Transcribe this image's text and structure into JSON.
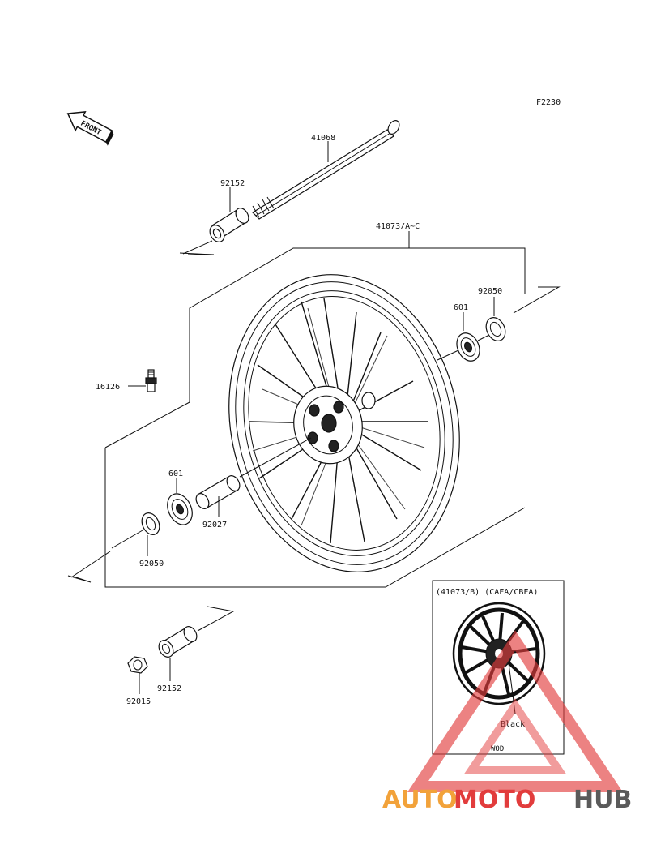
{
  "diagram": {
    "figure_code": "F2230",
    "front_label": "FRONT",
    "labels": {
      "axle": "41068",
      "collar_top": "92152",
      "wheel": "41073/A~C",
      "seal_right": "92050",
      "bearing_right": "601",
      "valve": "16126",
      "bearing_left": "601",
      "spacer": "92027",
      "seal_left": "92050",
      "collar_bottom": "92152",
      "nut": "92015"
    },
    "inset": {
      "title": "(41073/B) (CAFA/CBFA)",
      "color_label": "Black",
      "code": "WOD"
    }
  },
  "watermark": {
    "part_a": "AUTO",
    "part_b": "MOTO",
    "part_c": "HUB",
    "colors": {
      "orange": "#f2a23a",
      "red": "#e23c3c",
      "gray": "#5a5a5a"
    }
  }
}
